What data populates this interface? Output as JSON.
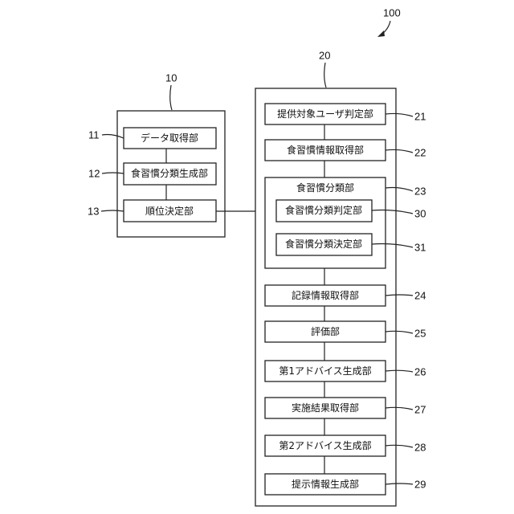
{
  "figure": {
    "system_ref": "100",
    "unit_left": {
      "ref": "10",
      "blocks": [
        {
          "ref": "11",
          "label": "データ取得部"
        },
        {
          "ref": "12",
          "label": "食習慣分類生成部"
        },
        {
          "ref": "13",
          "label": "順位決定部"
        }
      ]
    },
    "unit_right": {
      "ref": "20",
      "blocks": [
        {
          "ref": "21",
          "label": "提供対象ユーザ判定部"
        },
        {
          "ref": "22",
          "label": "食習慣情報取得部"
        },
        {
          "ref": "23",
          "label": "食習慣分類部",
          "children": [
            {
              "ref": "30",
              "label": "食習慣分類判定部"
            },
            {
              "ref": "31",
              "label": "食習慣分類決定部"
            }
          ]
        },
        {
          "ref": "24",
          "label": "記録情報取得部"
        },
        {
          "ref": "25",
          "label": "評価部"
        },
        {
          "ref": "26",
          "label": "第1アドバイス生成部"
        },
        {
          "ref": "27",
          "label": "実施結果取得部"
        },
        {
          "ref": "28",
          "label": "第2アドバイス生成部"
        },
        {
          "ref": "29",
          "label": "提示情報生成部"
        }
      ]
    }
  }
}
